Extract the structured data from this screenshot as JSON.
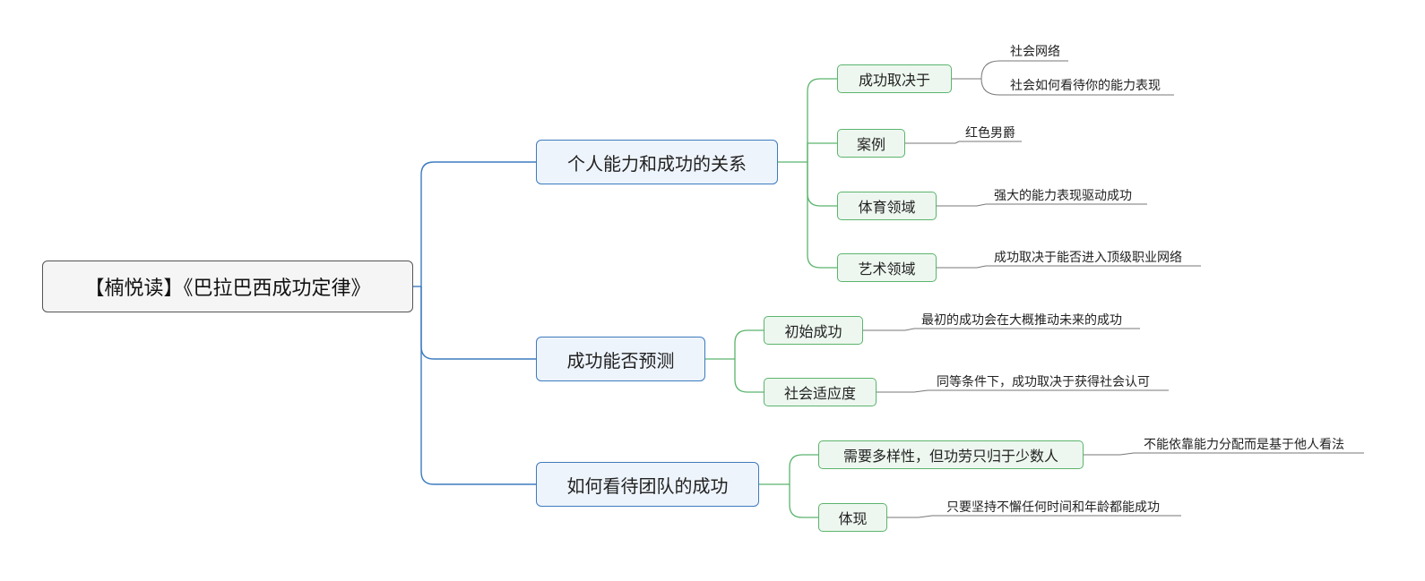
{
  "root": {
    "label": "【楠悦读】《巴拉巴西成功定律》"
  },
  "branches": [
    {
      "label": "个人能力和成功的关系",
      "children": [
        {
          "label": "成功取决于",
          "leaves": [
            "社会网络",
            "社会如何看待你的能力表现"
          ]
        },
        {
          "label": "案例",
          "leaves": [
            "红色男爵"
          ]
        },
        {
          "label": "体育领域",
          "leaves": [
            "强大的能力表现驱动成功"
          ]
        },
        {
          "label": "艺术领域",
          "leaves": [
            "成功取决于能否进入顶级职业网络"
          ]
        }
      ]
    },
    {
      "label": "成功能否预测",
      "children": [
        {
          "label": "初始成功",
          "leaves": [
            "最初的成功会在大概推动未来的成功"
          ]
        },
        {
          "label": "社会适应度",
          "leaves": [
            "同等条件下，成功取决于获得社会认可"
          ]
        }
      ]
    },
    {
      "label": "如何看待团队的成功",
      "children": [
        {
          "label": "需要多样性，但功劳只归于少数人",
          "leaves": [
            "不能依靠能力分配而是基于他人看法"
          ]
        },
        {
          "label": "体现",
          "leaves": [
            "只要坚持不懈任何时间和年龄都能成功"
          ]
        }
      ]
    }
  ],
  "colors": {
    "main_line": "#3d7bbf",
    "sub_line": "#5bb46d",
    "leaf_line": "#777777"
  }
}
